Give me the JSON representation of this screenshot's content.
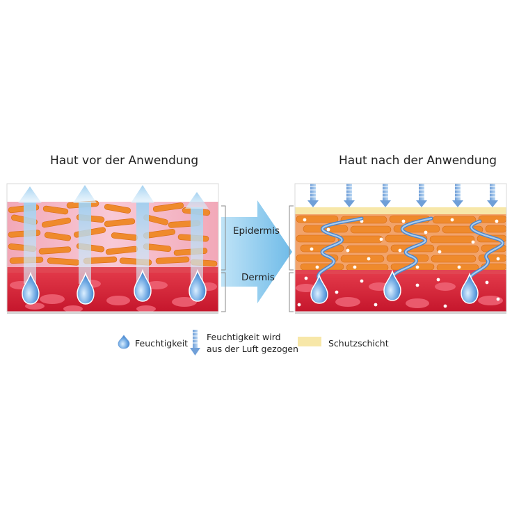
{
  "titles": {
    "before": "Haut vor der Anwendung",
    "after": "Haut nach der Anwendung"
  },
  "layers": {
    "epidermis": "Epidermis",
    "dermis": "Dermis"
  },
  "legend": {
    "moisture": "Feuchtigkeit",
    "air_line1": "Feuchtigkeit wird",
    "air_line2": "aus der Luft gezogen",
    "protective": "Schutzschicht"
  },
  "colors": {
    "epidermis_orange": "#ef8a2c",
    "dermis_red": "#d8243a",
    "moisture_blue": "#4a8fd6",
    "protective_layer": "#f7e7a8",
    "arrow_blue": "#a9d5f2"
  }
}
